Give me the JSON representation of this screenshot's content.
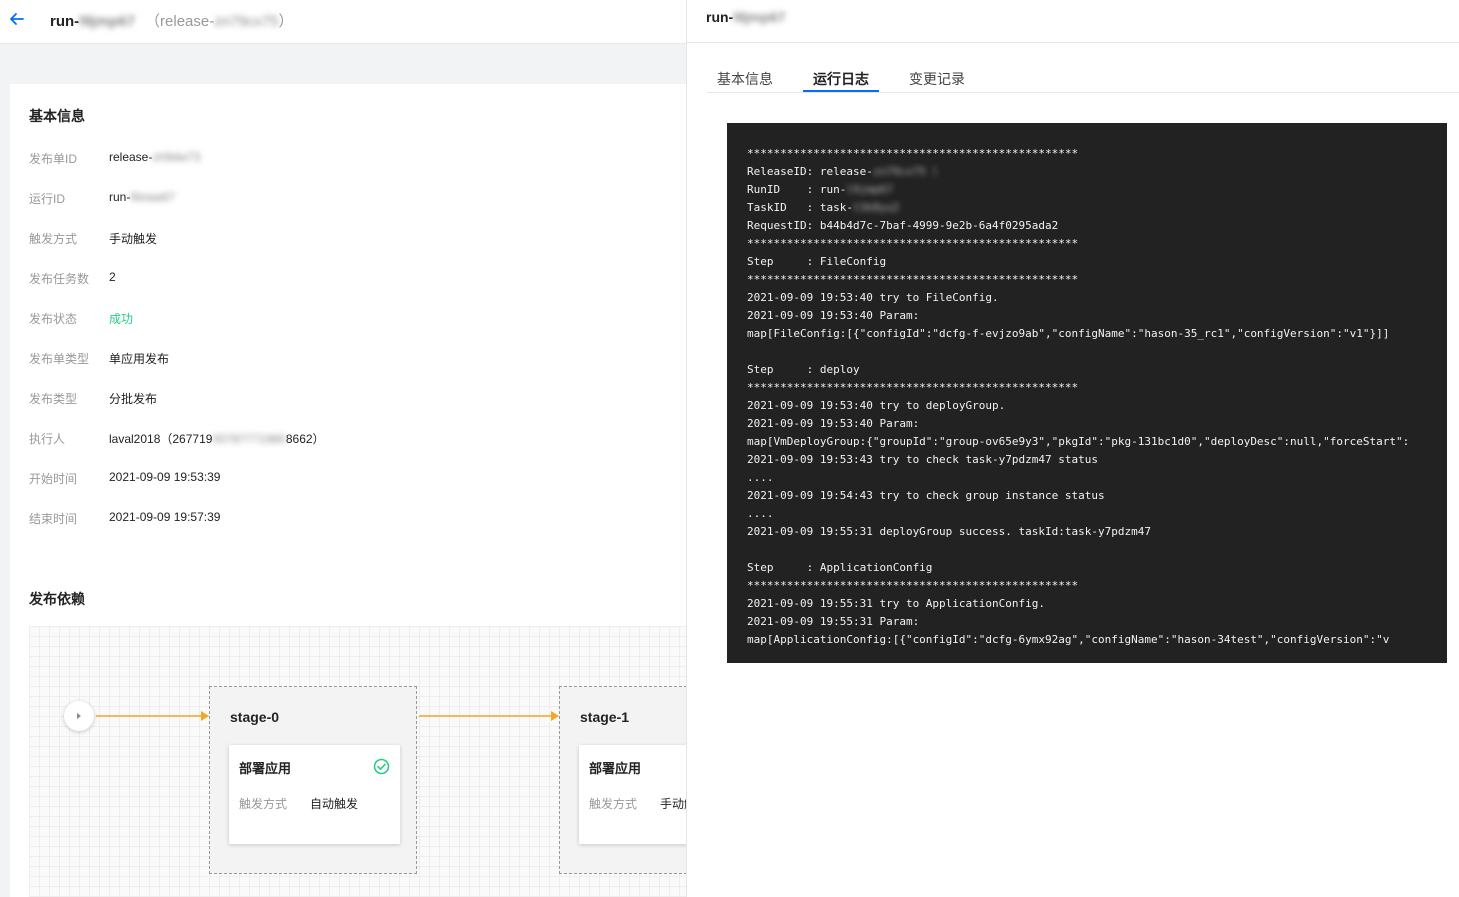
{
  "header": {
    "title_prefix": "run-",
    "title_hidden": "l9jmp67",
    "subtitle_prefix": "（release-",
    "subtitle_hidden": "zn79cx75",
    "subtitle_suffix": "）"
  },
  "basic_info": {
    "title": "基本信息",
    "rows": [
      {
        "label": "发布单ID",
        "value": "release-",
        "hidden": "zh9dw73"
      },
      {
        "label": "运行ID",
        "value": "run-",
        "hidden": "l9xiaa67"
      },
      {
        "label": "触发方式",
        "value": "手动触发"
      },
      {
        "label": "发布任务数",
        "value": "2"
      },
      {
        "label": "发布状态",
        "value": "成功"
      },
      {
        "label": "发布单类型",
        "value": "单应用发布"
      },
      {
        "label": "发布类型",
        "value": "分批发布"
      },
      {
        "label": "执行人",
        "value": "laval2018（267719",
        "hidden": "00787771980",
        "value_suffix": "8662）"
      },
      {
        "label": "开始时间",
        "value": "2021-09-09 19:53:39"
      },
      {
        "label": "结束时间",
        "value": "2021-09-09 19:57:39"
      }
    ]
  },
  "dependency": {
    "title": "发布依赖",
    "stages": [
      {
        "name": "stage-0",
        "task_title": "部署应用",
        "trigger_label": "触发方式",
        "trigger_value": "自动触发",
        "done": true
      },
      {
        "name": "stage-1",
        "task_title": "部署应用",
        "trigger_label": "触发方式",
        "trigger_value": "手动触发",
        "done": false
      }
    ]
  },
  "drawer": {
    "title_prefix": "run-",
    "title_hidden": "l9jmp67",
    "tabs": [
      {
        "label": "基本信息",
        "active": false
      },
      {
        "label": "运行日志",
        "active": true
      },
      {
        "label": "变更记录",
        "active": false
      }
    ],
    "log_lines": [
      "**************************************************",
      "ReleaseID: release-",
      "RunID    : run-",
      "TaskID   : task-",
      "RequestID: b44b4d7c-7baf-4999-9e2b-6a4f0295ada2",
      "**************************************************",
      "Step     : FileConfig",
      "**************************************************",
      "2021-09-09 19:53:40 try to FileConfig.",
      "2021-09-09 19:53:40 Param:",
      "map[FileConfig:[{\"configId\":\"dcfg-f-evjzo9ab\",\"configName\":\"hason-35_rc1\",\"configVersion\":\"v1\"}]]",
      "",
      "Step     : deploy",
      "**************************************************",
      "2021-09-09 19:53:40 try to deployGroup.",
      "2021-09-09 19:53:40 Param:",
      "map[VmDeployGroup:{\"groupId\":\"group-ov65e9y3\",\"pkgId\":\"pkg-131bc1d0\",\"deployDesc\":null,\"forceStart\":",
      "2021-09-09 19:53:43 try to check task-y7pdzm47 status",
      "....",
      "2021-09-09 19:54:43 try to check group instance status",
      "....",
      "2021-09-09 19:55:31 deployGroup success. taskId:task-y7pdzm47",
      "",
      "Step     : ApplicationConfig",
      "**************************************************",
      "2021-09-09 19:55:31 try to ApplicationConfig.",
      "2021-09-09 19:55:31 Param:",
      "map[ApplicationConfig:[{\"configId\":\"dcfg-6ymx92ag\",\"configName\":\"hason-34test\",\"configVersion\":\"v"
    ],
    "log_hidden": {
      "1": "zn79cx75 ）",
      "2": "l9jmp67",
      "3": "t3k8yu2"
    }
  },
  "colors": {
    "accent": "#006eff",
    "success": "#29cc85",
    "connector": "#f5a623",
    "log_bg": "#222222"
  }
}
